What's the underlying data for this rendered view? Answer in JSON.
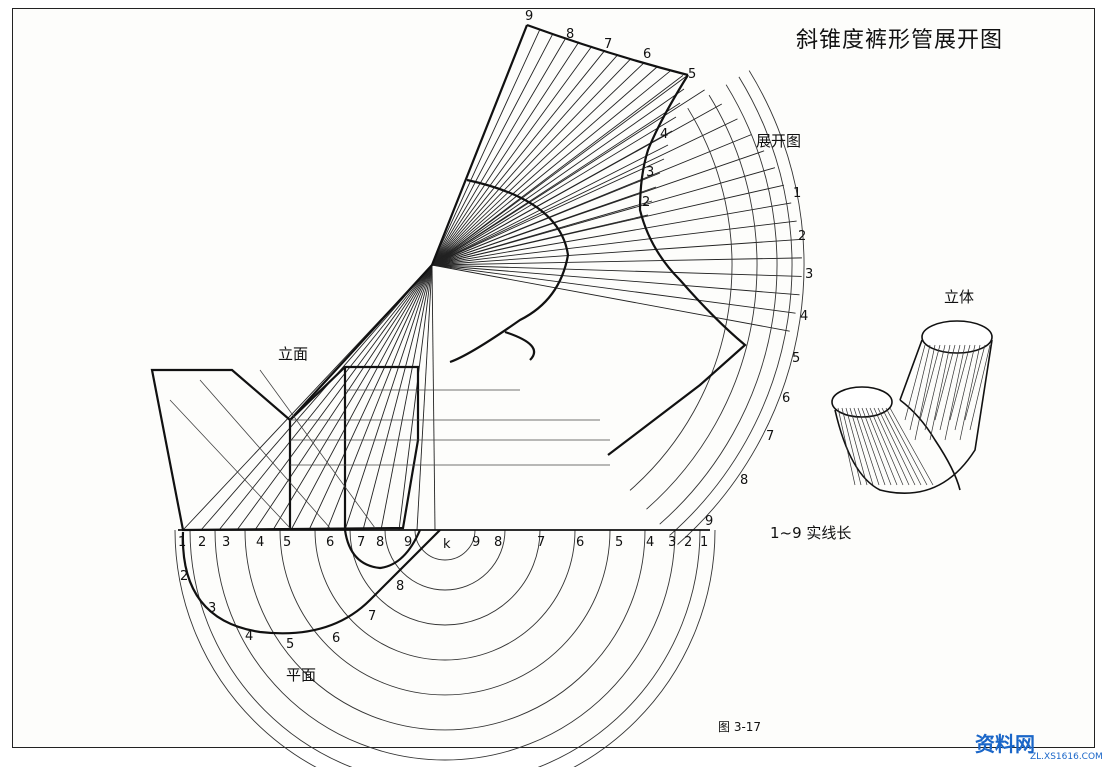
{
  "title": "斜锥度裤形管展开图",
  "labels": {
    "unfold": "展开图",
    "elevation": "立面",
    "plan": "平面",
    "solid": "立体",
    "true_length": "1~9 实线长",
    "figure": "图 3-17"
  },
  "watermark": {
    "text": "资料网",
    "url": "ZL.XS1616.COM"
  },
  "baseline_numbers": [
    "1",
    "2",
    "3",
    "4",
    "5",
    "6",
    "7",
    "8",
    "9",
    "9",
    "8",
    "7",
    "6",
    "5",
    "4",
    "3",
    "2",
    "1"
  ],
  "arc_numbers": [
    "1",
    "2",
    "3",
    "4",
    "5",
    "6",
    "7",
    "8",
    "9"
  ],
  "top_numbers": [
    "9",
    "8",
    "7",
    "6",
    "5"
  ],
  "side_numbers": [
    "4",
    "3",
    "2"
  ],
  "plan_numbers": [
    "2",
    "3",
    "4",
    "5",
    "6",
    "7",
    "8"
  ],
  "center_mark": "k"
}
